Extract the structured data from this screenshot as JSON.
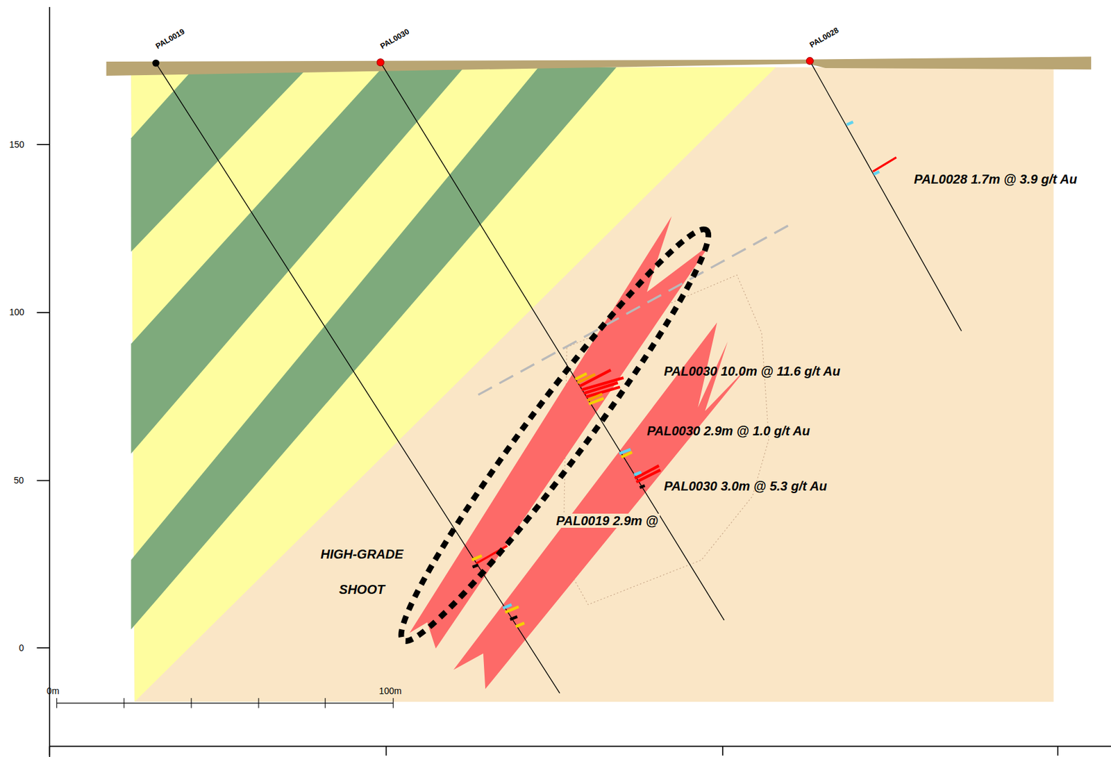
{
  "diagram": {
    "labels": [
      "PAL0019",
      "PAL0030",
      "PAL0028",
      "PAL0028 1.7m @ 3.9 g/t Au",
      "PAL0030 10.0m @ 11.6 g/t Au",
      "PAL0030 2.9m @ 1.0 g/t Au",
      "PAL0030 3.0m @ 5.3 g/t Au",
      "PAL0019 2.9m @",
      "HIGH-GRADE SHOOT",
      "150",
      "100",
      "50",
      "0",
      "0m",
      "100m"
    ]
  }
}
